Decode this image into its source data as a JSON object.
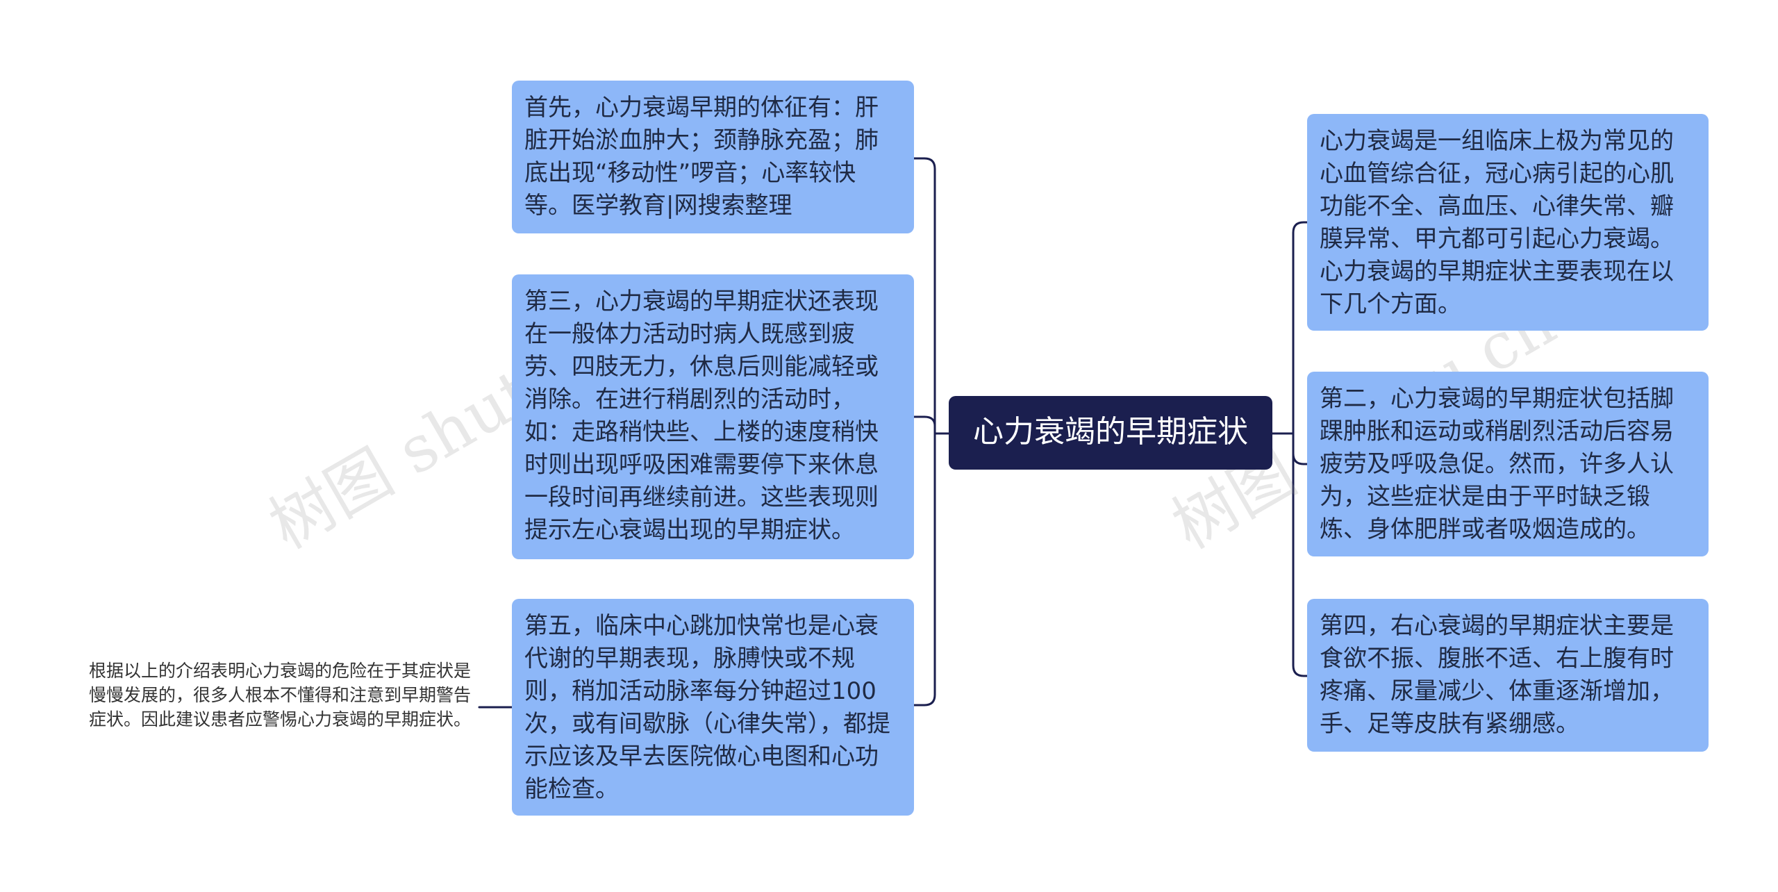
{
  "center": {
    "title": "心力衰竭的早期症状"
  },
  "left_nodes": [
    {
      "text": "首先，心力衰竭早期的体征有：肝脏开始淤血肿大；颈静脉充盈；肺底出现“移动性”啰音；心率较快等。医学教育|网搜索整理"
    },
    {
      "text": "第三，心力衰竭的早期症状还表现在一般体力活动时病人既感到疲劳、四肢无力，休息后则能减轻或消除。在进行稍剧烈的活动时，如：走路稍快些、上楼的速度稍快时则出现呼吸困难需要停下来休息一段时间再继续前进。这些表现则提示左心衰竭出现的早期症状。"
    },
    {
      "text": "第五，临床中心跳加快常也是心衰代谢的早期表现，脉膊快或不规则，稍加活动脉率每分钟超过100次，或有间歇脉（心律失常），都提示应该及早去医院做心电图和心功能检查。"
    }
  ],
  "right_nodes": [
    {
      "text": "心力衰竭是一组临床上极为常见的心血管综合征，冠心病引起的心肌功能不全、高血压、心律失常、瓣膜异常、甲亢都可引起心力衰竭。心力衰竭的早期症状主要表现在以下几个方面。"
    },
    {
      "text": "第二，心力衰竭的早期症状包括脚踝肿胀和运动或稍剧烈活动后容易疲劳及呼吸急促。然而，许多人认为，这些症状是由于平时缺乏锻炼、身体肥胖或者吸烟造成的。"
    },
    {
      "text": "第四，右心衰竭的早期症状主要是食欲不振、腹胀不适、右上腹有时疼痛、尿量减少、体重逐渐增加，手、足等皮肤有紧绷感。"
    }
  ],
  "sub_node": {
    "text": "根据以上的介绍表明心力衰竭的危险在于其症状是慢慢发展的，很多人根本不懂得和注意到早期警告症状。因此建议患者应警惕心力衰竭的早期症状。"
  },
  "watermarks": [
    "树图 shutu.cn",
    "树图 shutu.cn"
  ],
  "colors": {
    "node_fill": "#8db7f8",
    "center_fill": "#1b1f4f",
    "connector": "#1b1f4f"
  }
}
